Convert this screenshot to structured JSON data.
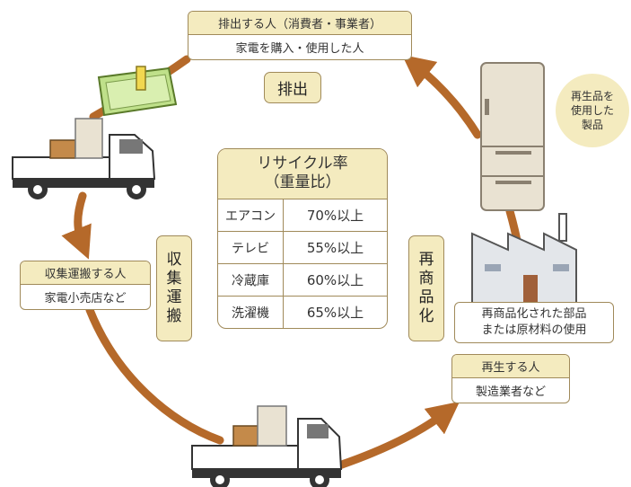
{
  "discharger": {
    "title": "排出する人（消費者・事業者）",
    "desc": "家電を購入・使用した人"
  },
  "steps": {
    "discharge": "排出",
    "collect": [
      "収",
      "集",
      "運",
      "搬"
    ],
    "recommercialize": [
      "再",
      "商",
      "品",
      "化"
    ]
  },
  "collector": {
    "title": "収集運搬する人",
    "desc": "家電小売店など"
  },
  "recycler": {
    "title": "再生する人",
    "desc": "製造業者など"
  },
  "factory_note": [
    "再商品化された部品",
    "または原材料の使用"
  ],
  "recycled_product_note": [
    "再生品を",
    "使用した",
    "製品"
  ],
  "recycling_rate": {
    "title": [
      "リサイクル率",
      "（重量比）"
    ],
    "rows": [
      {
        "item": "エアコン",
        "rate": "70%以上"
      },
      {
        "item": "テレビ",
        "rate": "55%以上"
      },
      {
        "item": "冷蔵庫",
        "rate": "60%以上"
      },
      {
        "item": "洗濯機",
        "rate": "65%以上"
      }
    ]
  },
  "colors": {
    "arrow": "#b5692a",
    "tag_fill": "#f4ebbf",
    "border": "#a08a5a"
  },
  "icons": [
    "recycle-arrow-icon",
    "truck-icon",
    "mat-icon",
    "refrigerator-icon",
    "factory-icon"
  ]
}
